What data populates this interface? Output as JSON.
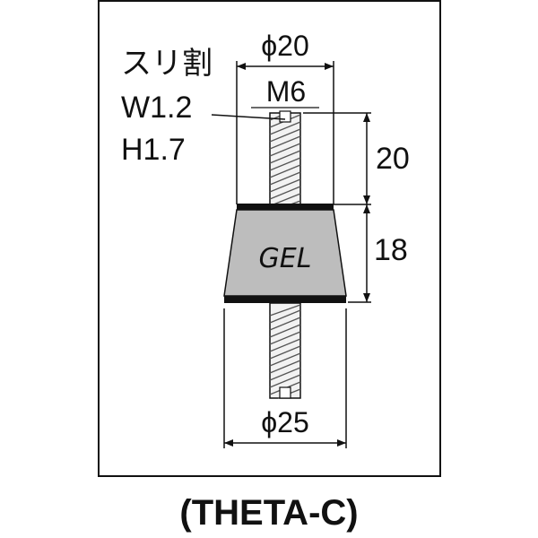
{
  "diagram": {
    "slit": {
      "label": "スリ割",
      "width": "W1.2",
      "height": "H1.7"
    },
    "top_diameter": "ϕ20",
    "thread": "M6",
    "top_bolt_length": "20",
    "body_height": "18",
    "body_material": "GEL",
    "bottom_diameter": "ϕ25",
    "model": "(THETA-C)"
  },
  "colors": {
    "line": "#111111",
    "body_fill": "#bdbdbd",
    "band": "#111111",
    "thread_hatch": "#555555"
  }
}
